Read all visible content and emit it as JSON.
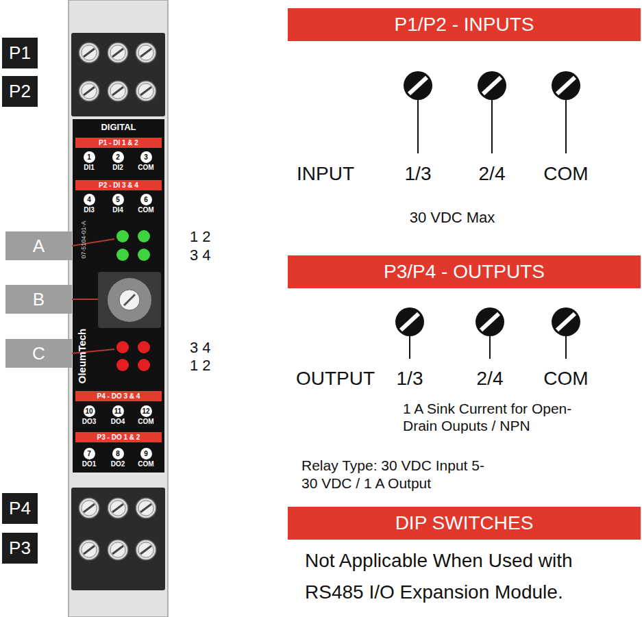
{
  "diagram": {
    "nodes": [
      {
        "text": [
          "P1"
        ]
      },
      {
        "text": [
          "P2"
        ]
      },
      {
        "text": [
          "DIGITAL"
        ]
      },
      {
        "text": [
          "P1 - DI 1 & 2"
        ],
        "in": 2
      },
      {
        "text": [
          "1"
        ],
        "in": 2
      },
      {
        "text": [
          "2"
        ],
        "in": 2
      },
      {
        "text": [
          "3"
        ],
        "in": 2
      },
      {
        "text": [
          "P2 - DI 3 & 4"
        ],
        "in": 2
      },
      {
        "text": [
          "4"
        ],
        "in": 2
      },
      {
        "text": [
          "5"
        ],
        "in": 2
      },
      {
        "text": [
          "6"
        ],
        "in": 2
      },
      {
        "text": [
          "A"
        ]
      },
      {
        "text": [
          "B"
        ]
      },
      {
        "text": [
          "C"
        ]
      },
      {
        "text": [
          "P4 - DO 3 & 4"
        ],
        "in": 2
      },
      {
        "text": [
          "10"
        ],
        "in": 2
      },
      {
        "text": [
          "11"
        ],
        "in": 2
      },
      {
        "text": [
          "12"
        ],
        "in": 2
      },
      {
        "text": [
          "P3 - DO 1 & 2"
        ],
        "in": 2
      },
      {
        "text": [
          "7"
        ],
        "in": 2
      },
      {
        "text": [
          "8"
        ],
        "in": 2
      },
      {
        "text": [
          "9"
        ],
        "in": 2
      },
      {
        "text": [
          "P4"
        ]
      },
      {
        "text": [
          "P3"
        ]
      },
      {
        "text": [
          "P1/P2 - INPUTS"
        ]
      },
      {
        "text": [
          "P3/P4 - OUTPUTS"
        ]
      },
      {
        "text": [
          "DIP SWITCHES"
        ]
      }
    ],
    "labels": [
      "DI1",
      "DI2",
      "COM",
      "DI3",
      "DI4",
      "COM",
      "07-5104-01-A",
      "OleumTech",
      "DO3",
      "DO4",
      "COM",
      "DO1",
      "DO2",
      "COM",
      "1 2",
      "3 4",
      "3 4",
      "1 2",
      "INPUT",
      "1/3",
      "2/4",
      "COM",
      "30 VDC Max",
      "OUTPUT",
      "1/3",
      "2/4",
      "COM",
      "1 A Sink Current for Open-Drain Ouputs / NPN",
      "Relay Type: 30 VDC Input 5-30 VDC / 1 A Output",
      "Not Applicable When Used with RS485 I/O Expansion Module."
    ]
  }
}
